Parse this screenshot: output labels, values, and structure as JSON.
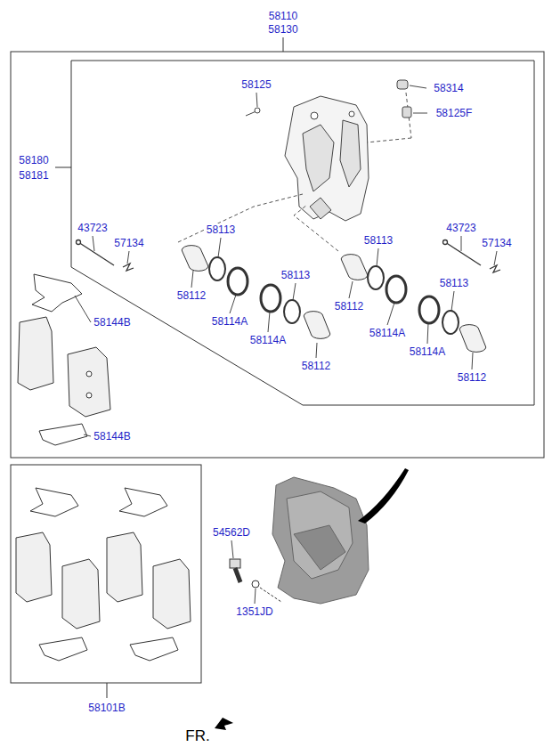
{
  "diagram": {
    "labels": [
      "58110",
      "58130",
      "58125",
      "58314",
      "58125F",
      "58180",
      "58181",
      "43723",
      "57134",
      "58113",
      "58113",
      "43723",
      "57134",
      "58112",
      "58113",
      "58112",
      "58113",
      "58144B",
      "58114A",
      "58114A",
      "58114A",
      "58112",
      "58114A",
      "58112",
      "58144B",
      "54562D",
      "1351JD",
      "58101B",
      "FR."
    ]
  }
}
